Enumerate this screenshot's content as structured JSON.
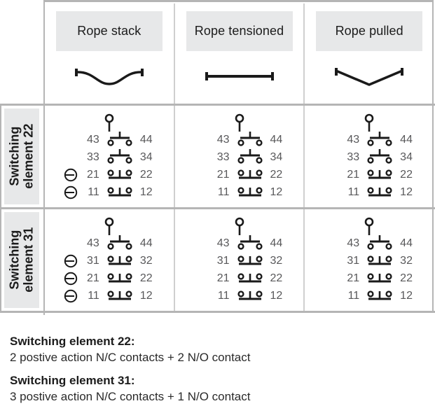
{
  "table": {
    "columns": [
      {
        "id": "rope-stack",
        "label": "Rope stack",
        "rope_icon": "rope-slack-icon"
      },
      {
        "id": "rope-tensioned",
        "label": "Rope tensioned",
        "rope_icon": "rope-taut-icon"
      },
      {
        "id": "rope-pulled",
        "label": "Rope pulled",
        "rope_icon": "rope-v-icon"
      }
    ],
    "rows": [
      {
        "id": "switching-element-22",
        "side_label_line1": "Switching",
        "side_label_line2": "element 22",
        "cells": [
          {
            "column": "rope-stack",
            "actuator": true,
            "contacts": [
              {
                "left": "43",
                "right": "44",
                "type": "no",
                "state": "open",
                "positive_action": false
              },
              {
                "left": "33",
                "right": "34",
                "type": "no",
                "state": "open",
                "positive_action": false
              },
              {
                "left": "21",
                "right": "22",
                "type": "nc",
                "state": "closed",
                "positive_action": true
              },
              {
                "left": "11",
                "right": "12",
                "type": "nc",
                "state": "closed",
                "positive_action": true
              }
            ]
          },
          {
            "column": "rope-tensioned",
            "actuator": true,
            "contacts": [
              {
                "left": "43",
                "right": "44",
                "type": "no",
                "state": "open",
                "positive_action": false
              },
              {
                "left": "33",
                "right": "34",
                "type": "no",
                "state": "open",
                "positive_action": false
              },
              {
                "left": "21",
                "right": "22",
                "type": "nc",
                "state": "closed",
                "positive_action": false
              },
              {
                "left": "11",
                "right": "12",
                "type": "nc",
                "state": "closed",
                "positive_action": false
              }
            ]
          },
          {
            "column": "rope-pulled",
            "actuator": true,
            "contacts": [
              {
                "left": "43",
                "right": "44",
                "type": "no",
                "state": "open",
                "positive_action": false
              },
              {
                "left": "33",
                "right": "34",
                "type": "no",
                "state": "open",
                "positive_action": false
              },
              {
                "left": "21",
                "right": "22",
                "type": "nc",
                "state": "closed",
                "positive_action": false
              },
              {
                "left": "11",
                "right": "12",
                "type": "nc",
                "state": "closed",
                "positive_action": false
              }
            ]
          }
        ]
      },
      {
        "id": "switching-element-31",
        "side_label_line1": "Switching",
        "side_label_line2": "element 31",
        "cells": [
          {
            "column": "rope-stack",
            "actuator": true,
            "contacts": [
              {
                "left": "43",
                "right": "44",
                "type": "no",
                "state": "open",
                "positive_action": false
              },
              {
                "left": "31",
                "right": "32",
                "type": "nc",
                "state": "closed",
                "positive_action": true
              },
              {
                "left": "21",
                "right": "22",
                "type": "nc",
                "state": "closed",
                "positive_action": true
              },
              {
                "left": "11",
                "right": "12",
                "type": "nc",
                "state": "closed",
                "positive_action": true
              }
            ]
          },
          {
            "column": "rope-tensioned",
            "actuator": true,
            "contacts": [
              {
                "left": "43",
                "right": "44",
                "type": "no",
                "state": "open",
                "positive_action": false
              },
              {
                "left": "31",
                "right": "32",
                "type": "nc",
                "state": "closed",
                "positive_action": false
              },
              {
                "left": "21",
                "right": "22",
                "type": "nc",
                "state": "closed",
                "positive_action": false
              },
              {
                "left": "11",
                "right": "12",
                "type": "nc",
                "state": "closed",
                "positive_action": false
              }
            ]
          },
          {
            "column": "rope-pulled",
            "actuator": true,
            "contacts": [
              {
                "left": "43",
                "right": "44",
                "type": "no",
                "state": "open",
                "positive_action": false
              },
              {
                "left": "31",
                "right": "32",
                "type": "nc",
                "state": "closed",
                "positive_action": false
              },
              {
                "left": "21",
                "right": "22",
                "type": "nc",
                "state": "closed",
                "positive_action": false
              },
              {
                "left": "11",
                "right": "12",
                "type": "nc",
                "state": "closed",
                "positive_action": false
              }
            ]
          }
        ]
      }
    ]
  },
  "captions": [
    {
      "id": "caption-element-22",
      "title": "Switching element 22:",
      "text": "2 postive action N/C contacts + 2 N/O contact"
    },
    {
      "id": "caption-element-31",
      "title": "Switching element 31:",
      "text": "3 postive action N/C contacts + 1 N/O contact"
    }
  ],
  "colors": {
    "rule": "#b5b5b5",
    "inner_rule": "#cfcfcf",
    "chip_background": "#e7e8e9",
    "terminal_text": "#58585a",
    "symbol": "#1a1a1a",
    "body_text": "#1b1b1b"
  }
}
